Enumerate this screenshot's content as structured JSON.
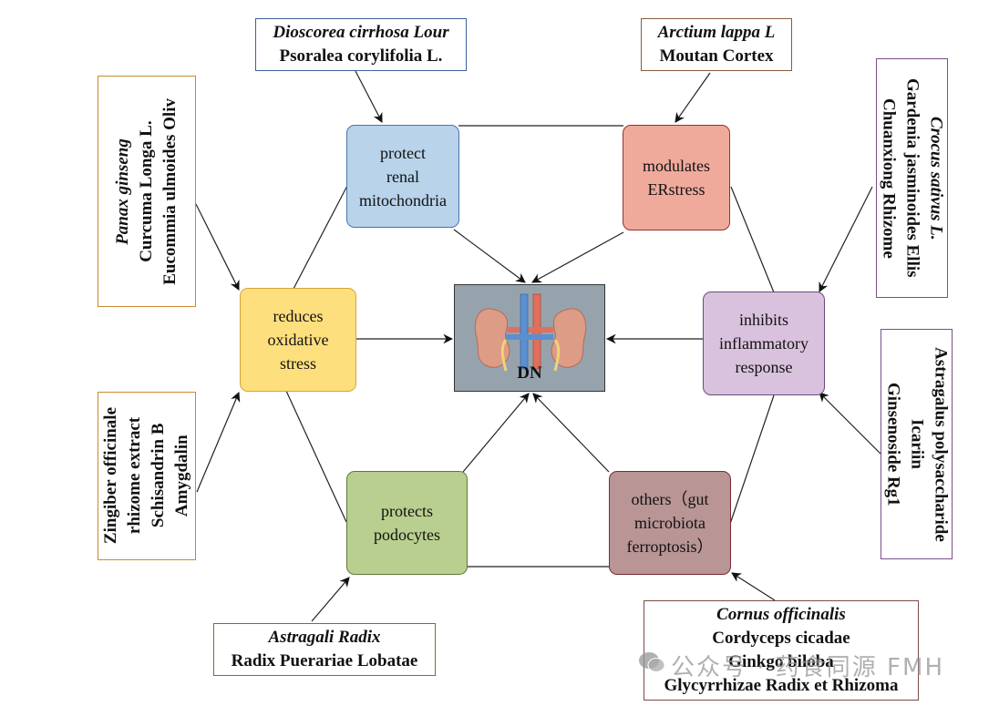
{
  "diagram": {
    "center": {
      "label": "DN",
      "icon": "kidney-icon"
    },
    "mechanisms": [
      {
        "id": "mito",
        "lines": [
          "protect",
          "renal",
          "mitochondria"
        ],
        "fill": "#b8d3ea",
        "border": "#4a72b0"
      },
      {
        "id": "er",
        "lines": [
          "modulates",
          "ERstress"
        ],
        "fill": "#f0aa9c",
        "border": "#9c2f2f"
      },
      {
        "id": "oxid",
        "lines": [
          "reduces",
          "oxidative",
          "stress"
        ],
        "fill": "#fedf7e",
        "border": "#d7a43a"
      },
      {
        "id": "inflam",
        "lines": [
          "inhibits",
          "inflammatory",
          "response"
        ],
        "fill": "#d9c2dd",
        "border": "#6e4a7a"
      },
      {
        "id": "podo",
        "lines": [
          "protects",
          "podocytes"
        ],
        "fill": "#b9cf8f",
        "border": "#5d7a3a"
      },
      {
        "id": "others",
        "lines": [
          "others（gut",
          "microbiota",
          "ferroptosis）"
        ],
        "fill": "#b99595",
        "border": "#7a2a36"
      }
    ],
    "herbs": [
      {
        "id": "h-mito",
        "italic": "Dioscorea cirrhosa Lour",
        "items": [
          "Psoralea corylifolia L."
        ],
        "border": "#3f5f9c"
      },
      {
        "id": "h-er",
        "italic": "Arctium lappa L",
        "items": [
          "Moutan Cortex"
        ],
        "border": "#8a5a3e"
      },
      {
        "id": "h-oxid1",
        "italic": "Panax ginseng",
        "items": [
          "Curcuma Longa L.",
          "Eucommia ulmoides Oliv"
        ],
        "border": "#c98a2e"
      },
      {
        "id": "h-oxid2",
        "italic": "",
        "items": [
          "Zingiber officinale",
          "rhizome extract",
          "Schisandrin B",
          "Amygdalin"
        ],
        "border": "#c98a2e"
      },
      {
        "id": "h-inflam1",
        "italic": "Crocus sativus L.",
        "items": [
          "Gardenia jasminoides Ellis",
          "Chuanxiong Rhizome"
        ],
        "border": "#7a4f8a"
      },
      {
        "id": "h-inflam2",
        "italic": "",
        "items": [
          "Astragalus polysaccharide",
          "Icariin",
          "Ginsenoside Rg1"
        ],
        "border": "#7a4f8a"
      },
      {
        "id": "h-podo",
        "italic": "Astragali Radix",
        "items": [
          "Radix Puerariae Lobatae"
        ],
        "border": "#5d7a3a"
      },
      {
        "id": "h-others",
        "italic": "Cornus officinalis",
        "items": [
          "Cordyceps cicadae",
          "Ginkgo biloba",
          "Glycyrrhizae Radix et Rhizoma"
        ],
        "border": "#7a4a44"
      }
    ]
  },
  "watermark": {
    "icon": "wechat-icon",
    "text": "公众号 · 药食同源 FMH"
  }
}
